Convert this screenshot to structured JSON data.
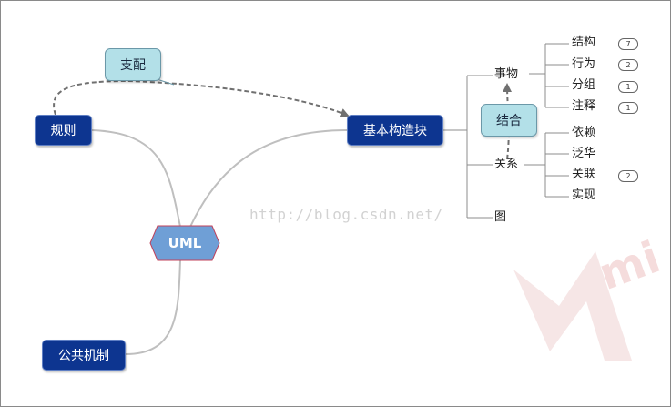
{
  "central_topic": {
    "label": "UML",
    "fill": "#6f9fd6",
    "stroke": "#c0405a"
  },
  "main_topics": {
    "building_blocks": "基本构造块",
    "rules": "规则",
    "common_mechanisms": "公共机制"
  },
  "callouts": {
    "governs": "支配",
    "combine": "结合"
  },
  "building_block_branches": {
    "things": "事物",
    "relationships": "关系",
    "diagrams": "图"
  },
  "thing_kinds": [
    {
      "label": "结构",
      "count": "7"
    },
    {
      "label": "行为",
      "count": "2"
    },
    {
      "label": "分组",
      "count": "1"
    },
    {
      "label": "注释",
      "count": "1"
    }
  ],
  "relationship_kinds": [
    {
      "label": "依赖",
      "count": ""
    },
    {
      "label": "泛华",
      "count": ""
    },
    {
      "label": "关联",
      "count": "2"
    },
    {
      "label": "实现",
      "count": ""
    }
  ],
  "watermark_text": "http://blog.csdn.net/",
  "colors": {
    "main_topic_fill": "#0d3590",
    "callout_fill": "#b3e0e8",
    "connector": "#bfbfbf",
    "relation_arrow": "#707070",
    "brand_watermark": "#f2d9d9"
  }
}
